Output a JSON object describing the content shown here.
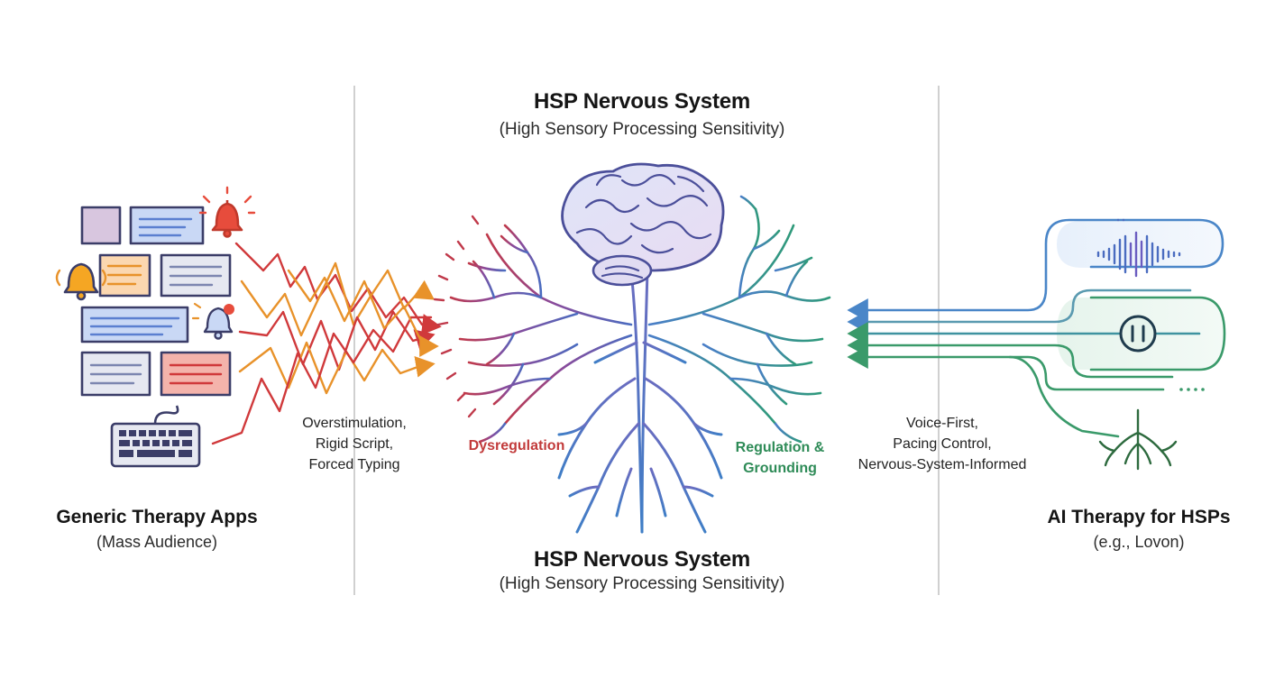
{
  "center": {
    "title_top": "HSP Nervous System",
    "subtitle_top": "(High Sensory Processing Sensitivity)",
    "title_bottom": "HSP Nervous System",
    "subtitle_bottom": "(High Sensory Processing Sensitivity)",
    "left_state": "Dysregulation",
    "right_state_line1": "Regulation &",
    "right_state_line2": "Grounding"
  },
  "left": {
    "title": "Generic Therapy Apps",
    "subtitle": "(Mass Audience)",
    "notes": [
      "Overstimulation,",
      "Rigid Script,",
      "Forced Typing"
    ]
  },
  "right": {
    "title": "AI Therapy for HSPs",
    "subtitle": "(e.g., Lovon)",
    "notes": [
      "Voice-First,",
      "Pacing Control,",
      "Nervous-System-Informed"
    ]
  },
  "colors": {
    "stress_red": "#d0393b",
    "stress_orange": "#e8922a",
    "calm_blue": "#4a86c8",
    "calm_green": "#3a9a6a",
    "brain_purple": "#4b4f9a",
    "panel_blue": "#9db4e6",
    "panel_red": "#f4b3ab"
  },
  "icons": [
    "bell-icon",
    "keyboard-icon",
    "pause-icon",
    "waveform-icon",
    "roots-icon",
    "brain-icon"
  ]
}
